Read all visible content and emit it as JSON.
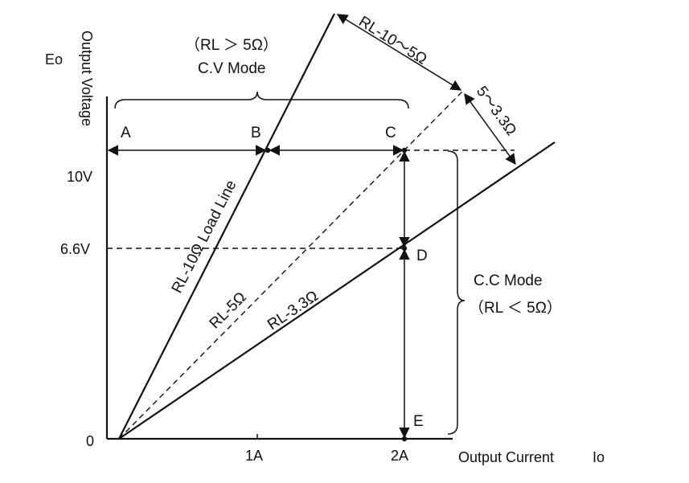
{
  "axes": {
    "y_label_symbol": "Eo",
    "y_label": "Output Voltage",
    "x_label": "Output Current",
    "x_label_symbol": "Io",
    "origin_label": "0",
    "y_ticks": [
      "10V",
      "6.6V"
    ],
    "x_ticks": [
      "1A",
      "2A"
    ]
  },
  "cv_mode": {
    "condition": "（RL ＞ 5Ω）",
    "label": "C.V Mode"
  },
  "cc_mode": {
    "label": "C.C Mode",
    "condition": "（RL ＜ 5Ω）"
  },
  "points": {
    "a": "A",
    "b": "B",
    "c": "C",
    "d": "D",
    "e": "E"
  },
  "load_lines": {
    "rl10": "RL-10Ω Load Line",
    "rl5": "RL-5Ω",
    "rl33": "RL-3.3Ω"
  },
  "ranges": {
    "r10_5": "RL-10～5Ω",
    "r5_33": "5～3.3Ω"
  }
}
